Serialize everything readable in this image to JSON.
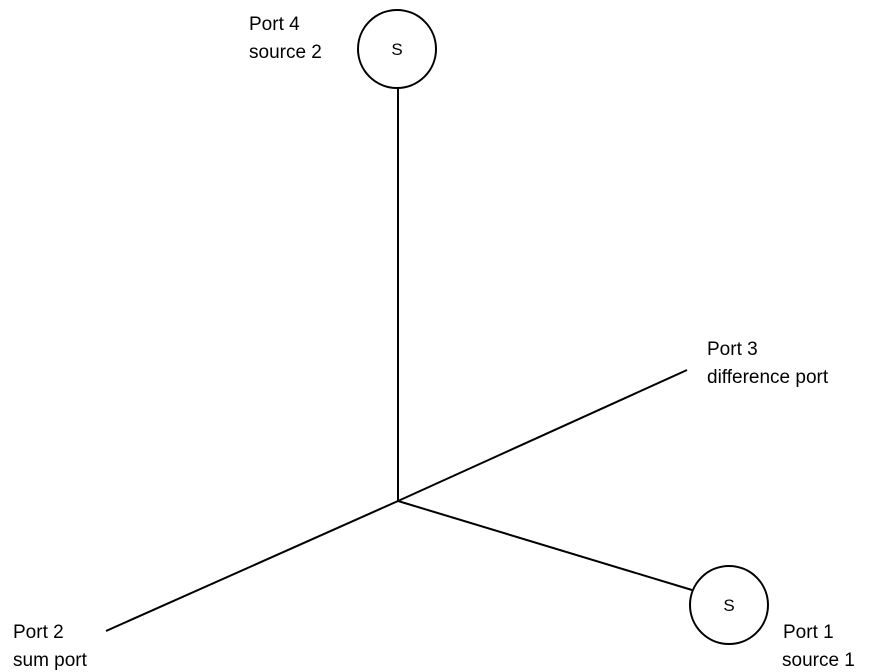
{
  "diagram": {
    "line_color": "#000000",
    "background": "#ffffff",
    "ports": [
      {
        "id": "port1",
        "name": "Port 1",
        "role": "source 1",
        "symbol": "S"
      },
      {
        "id": "port2",
        "name": "Port 2",
        "role": "sum port"
      },
      {
        "id": "port3",
        "name": "Port 3",
        "role": "difference port"
      },
      {
        "id": "port4",
        "name": "Port 4",
        "role": "source 2",
        "symbol": "S"
      }
    ]
  }
}
